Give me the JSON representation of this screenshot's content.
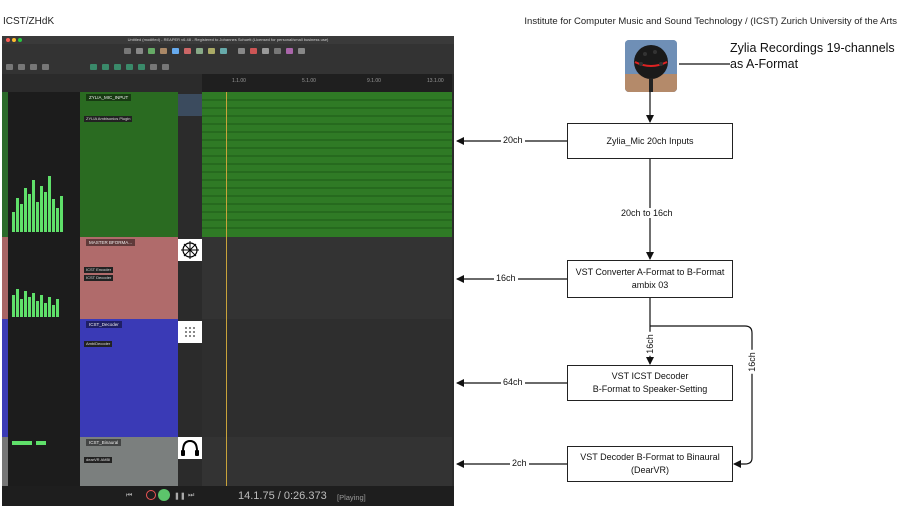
{
  "header": {
    "left": "ICST/ZHdK",
    "right": "Institute for Computer Music and Sound Technology / (ICST) Zurich University of the Arts"
  },
  "daw": {
    "window_title": "Untitled (modified) - REAPER v6.48 - Registered to Johannes Schuett (Licensed for personal/small business use)",
    "tracks": [
      {
        "name": "ZYLIA_MIC_INPUT",
        "color": "#2a6b21",
        "fx": [
          "ZYLIA Ambisonics Plugin"
        ]
      },
      {
        "name": "MASTER BFORMA...",
        "color": "#b06b6b",
        "fx": [
          "ICST Encoder",
          "ICST Decoder"
        ]
      },
      {
        "name": "ICST_Decoder",
        "color": "#3a3ab6",
        "fx": [
          "AmbiDecoder"
        ]
      },
      {
        "name": "ICST_Binaural",
        "color": "#7b7f7e",
        "fx": [
          "dearVR AMBI"
        ]
      }
    ],
    "ruler": [
      "1.1.00",
      "5.1.00",
      "9.1.00",
      "13.1.00"
    ],
    "transport_time": "14.1.75 / 0:26.373",
    "transport_status": "[Playing]"
  },
  "diagram": {
    "mic_title_line1": "Zylia Recordings 19-channels",
    "mic_title_line2": "as A-Format",
    "boxes": {
      "inputs": "Zylia_Mic 20ch Inputs",
      "converter_l1": "VST Converter A-Format to B-Format",
      "converter_l2": "ambix 03",
      "decoder_l1": "VST ICST Decoder",
      "decoder_l2": "B-Format to Speaker-Setting",
      "binaural_l1": "VST Decoder B-Format to Binaural",
      "binaural_l2": "(DearVR)"
    },
    "labels": {
      "to_track1": "20ch",
      "conv_edge": "20ch to 16ch",
      "to_track2": "16ch",
      "conv_to_dec": "16ch",
      "conv_to_bin": "16ch",
      "to_track3": "64ch",
      "to_track4": "2ch"
    }
  }
}
